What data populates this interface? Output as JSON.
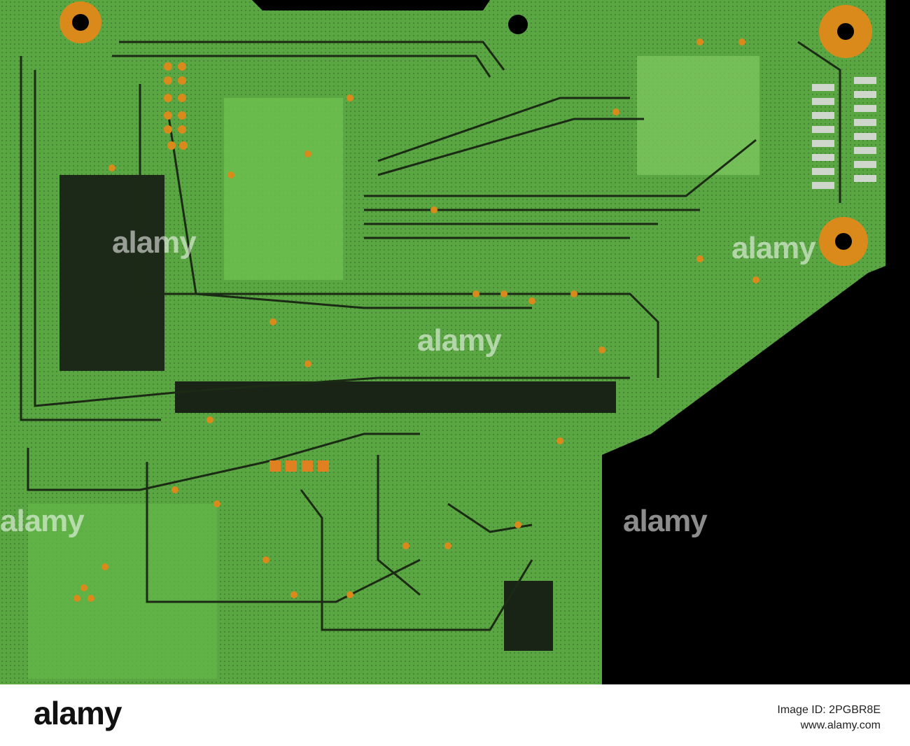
{
  "colors": {
    "board": "#4f9a3a",
    "board_light": "#6cbf4d",
    "trace": "#1a2a14",
    "copper": "#d98a1a",
    "background": "#000000"
  },
  "watermark": "alamy",
  "footer": {
    "logo": "alamy",
    "image_id": "Image ID: 2PGBR8E",
    "url": "www.alamy.com"
  }
}
